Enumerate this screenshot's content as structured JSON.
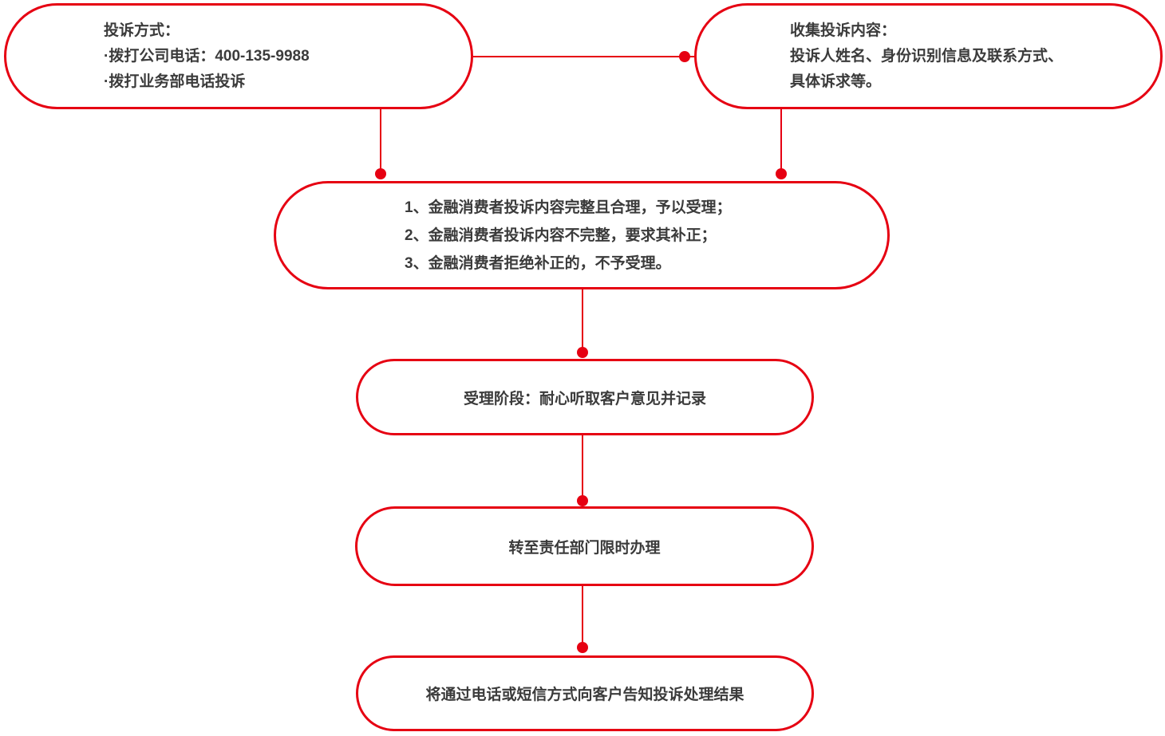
{
  "colors": {
    "accent_red": "#e60012",
    "text": "#3b3b3b",
    "background": "#ffffff"
  },
  "diagram": {
    "type": "flowchart",
    "nodes": [
      {
        "id": "complaint-methods",
        "lines": [
          "投诉方式：",
          "·拨打公司电话：400-135-9988",
          "·拨打业务部电话投诉"
        ]
      },
      {
        "id": "collect-content",
        "lines": [
          "收集投诉内容：",
          "投诉人姓名、身份识别信息及联系方式、",
          "具体诉求等。"
        ]
      },
      {
        "id": "acceptance-rules",
        "lines": [
          "1、金融消费者投诉内容完整且合理，予以受理；",
          "2、金融消费者投诉内容不完整，要求其补正；",
          "3、金融消费者拒绝补正的，不予受理。"
        ]
      },
      {
        "id": "acceptance-stage",
        "lines": [
          "受理阶段：耐心听取客户意见并记录"
        ]
      },
      {
        "id": "transfer-department",
        "lines": [
          "转至责任部门限时办理"
        ]
      },
      {
        "id": "notify-result",
        "lines": [
          "将通过电话或短信方式向客户告知投诉处理结果"
        ]
      }
    ],
    "edges": [
      {
        "from": "complaint-methods",
        "to": "collect-content"
      },
      {
        "from": "complaint-methods",
        "to": "acceptance-rules"
      },
      {
        "from": "collect-content",
        "to": "acceptance-rules"
      },
      {
        "from": "acceptance-rules",
        "to": "acceptance-stage"
      },
      {
        "from": "acceptance-stage",
        "to": "transfer-department"
      },
      {
        "from": "transfer-department",
        "to": "notify-result"
      }
    ]
  }
}
